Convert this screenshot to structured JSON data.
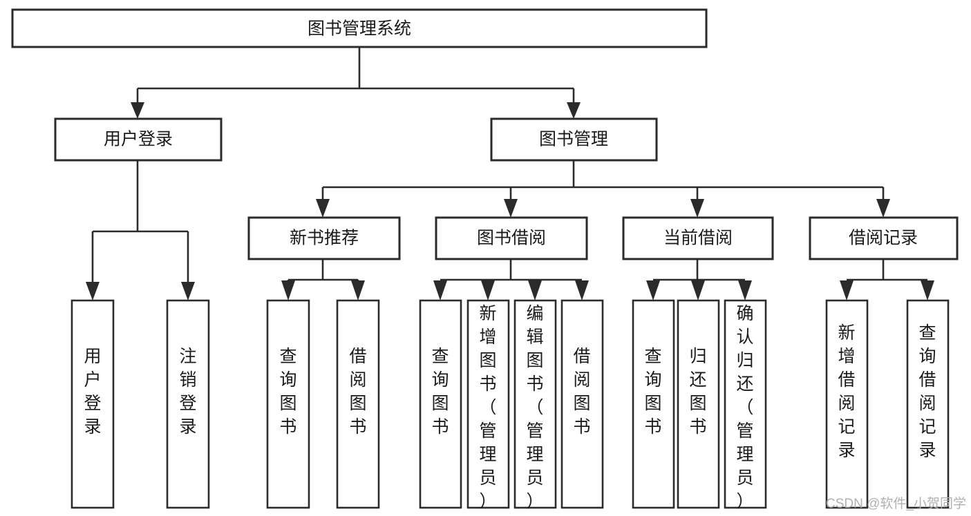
{
  "diagram": {
    "title_node": {
      "id": "root",
      "label": "图书管理系统",
      "orientation": "horizontal"
    },
    "level2": [
      {
        "id": "user-login",
        "label": "用户登录",
        "orientation": "horizontal"
      },
      {
        "id": "book-manage",
        "label": "图书管理",
        "orientation": "horizontal"
      }
    ],
    "level3": [
      {
        "id": "new-book-rec",
        "label": "新书推荐",
        "orientation": "horizontal"
      },
      {
        "id": "book-borrow",
        "label": "图书借阅",
        "orientation": "horizontal"
      },
      {
        "id": "current-borrow",
        "label": "当前借阅",
        "orientation": "horizontal"
      },
      {
        "id": "borrow-record",
        "label": "借阅记录",
        "orientation": "horizontal"
      }
    ],
    "leaves": {
      "user_login": [
        {
          "id": "leaf-user-login",
          "label": "用户登录",
          "orientation": "vertical"
        },
        {
          "id": "leaf-logout",
          "label": "注销登录",
          "orientation": "vertical"
        }
      ],
      "new_book_rec": [
        {
          "id": "leaf-query-book-1",
          "label": "查询图书",
          "orientation": "vertical"
        },
        {
          "id": "leaf-borrow-book-1",
          "label": "借阅图书",
          "orientation": "vertical"
        }
      ],
      "book_borrow": [
        {
          "id": "leaf-query-book-2",
          "label": "查询图书",
          "orientation": "vertical"
        },
        {
          "id": "leaf-add-book",
          "label": "新增图书（管理员）",
          "orientation": "vertical"
        },
        {
          "id": "leaf-edit-book",
          "label": "编辑图书（管理员）",
          "orientation": "vertical"
        },
        {
          "id": "leaf-borrow-book-2",
          "label": "借阅图书",
          "orientation": "vertical"
        }
      ],
      "current_borrow": [
        {
          "id": "leaf-query-book-3",
          "label": "查询图书",
          "orientation": "vertical"
        },
        {
          "id": "leaf-return-book",
          "label": "归还图书",
          "orientation": "vertical"
        },
        {
          "id": "leaf-confirm-return",
          "label": "确认归还（管理员）",
          "orientation": "vertical"
        }
      ],
      "borrow_record": [
        {
          "id": "leaf-add-record",
          "label": "新增借阅记录",
          "orientation": "vertical"
        },
        {
          "id": "leaf-query-record",
          "label": "查询借阅记录",
          "orientation": "vertical"
        }
      ]
    },
    "colors": {
      "stroke": "#2b2b2b",
      "fill": "#ffffff",
      "text": "#1a1a1a",
      "watermark": "#b0b0b0",
      "background": "#ffffff"
    }
  },
  "watermark": {
    "label": "CSDN @软件_小贺同学"
  }
}
